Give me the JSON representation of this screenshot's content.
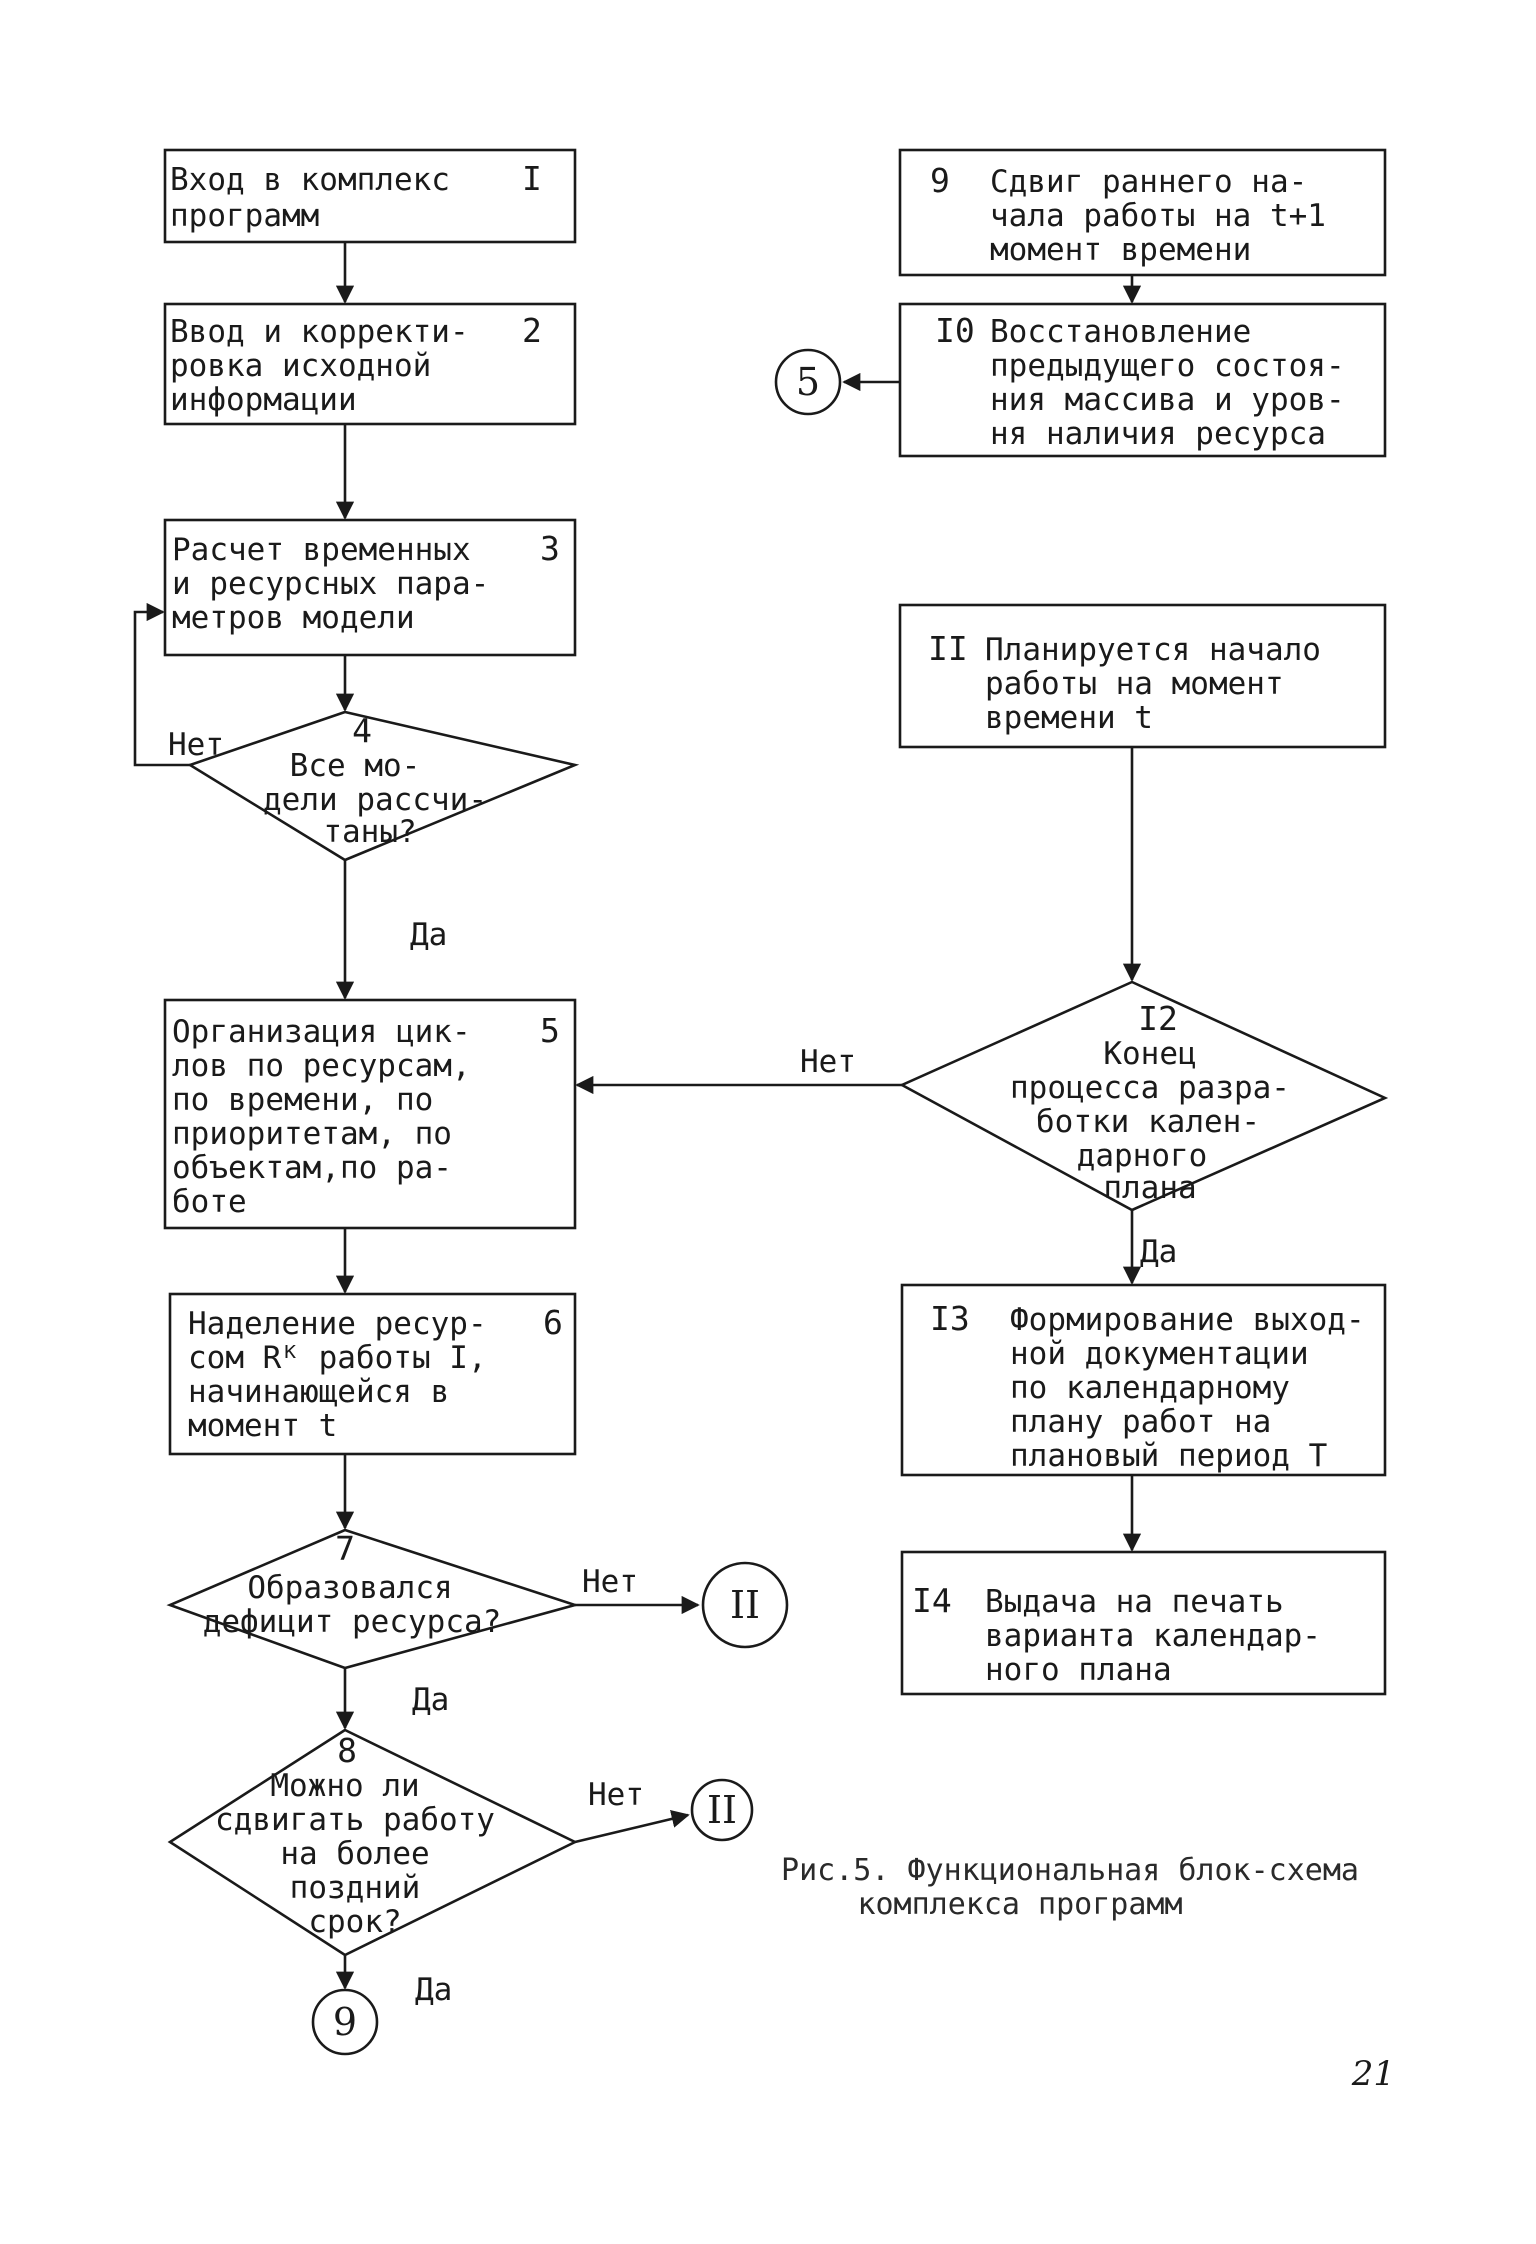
{
  "blocks": {
    "b1": {
      "num": "I",
      "lines": [
        "Вход в комплекс",
        "программ"
      ]
    },
    "b2": {
      "num": "2",
      "lines": [
        "Ввод и корректи-",
        "ровка исходной",
        "информации"
      ]
    },
    "b3": {
      "num": "3",
      "lines": [
        "Расчет временных",
        "и ресурсных пара-",
        "метров модели"
      ]
    },
    "d4": {
      "num": "4",
      "lines": [
        "Все мо-",
        "дели рассчи-",
        "таны?"
      ]
    },
    "b5": {
      "num": "5",
      "lines": [
        "Организация цик-",
        "лов по ресурсам,",
        "по времени, по",
        "приоритетам, по",
        "объектам,по ра-",
        "боте"
      ]
    },
    "b6": {
      "num": "6",
      "lines": [
        "Наделение ресур-",
        "сом Rᴷ работы I,",
        "начинающейся в",
        "момент t"
      ]
    },
    "d7": {
      "num": "7",
      "lines": [
        "Образовался",
        "дефицит ресурса?"
      ]
    },
    "d8": {
      "num": "8",
      "lines": [
        "Можно ли",
        "сдвигать работу",
        "на более",
        "поздний",
        "срок?"
      ]
    },
    "b9": {
      "num": "9",
      "lines": [
        "Сдвиг раннего на-",
        "чала работы на t+1",
        "момент времени"
      ]
    },
    "b10": {
      "num": "I0",
      "lines": [
        "Восстановление",
        "предыдущего состоя-",
        "ния массива и уров-",
        "ня наличия ресурса"
      ]
    },
    "b11": {
      "num": "II",
      "lines": [
        "Планируется начало",
        "работы на момент",
        "времени t"
      ]
    },
    "d12": {
      "num": "I2",
      "lines": [
        "Конец",
        "процесса разра-",
        "ботки кален-",
        "дарного",
        "плана"
      ]
    },
    "b13": {
      "num": "I3",
      "lines": [
        "Формирование выход-",
        "ной документации",
        "по календарному",
        "плану работ на",
        "плановый период Т"
      ]
    },
    "b14": {
      "num": "I4",
      "lines": [
        "Выдача на печать",
        "варианта календар-",
        "ного плана"
      ]
    }
  },
  "edge_labels": {
    "d4_no": "Нет",
    "d4_yes": "Да",
    "d7_no": "Нет",
    "d7_yes": "Да",
    "d8_no": "Нет",
    "d8_yes": "Да",
    "d12_no": "Нет",
    "d12_yes": "Да"
  },
  "connectors": {
    "c5": "5",
    "c11a": "II",
    "c11b": "II",
    "c9": "9"
  },
  "caption": {
    "line1": "Рис.5. Функциональная блок-схема",
    "line2": "комплекса программ"
  },
  "page_number": "21"
}
